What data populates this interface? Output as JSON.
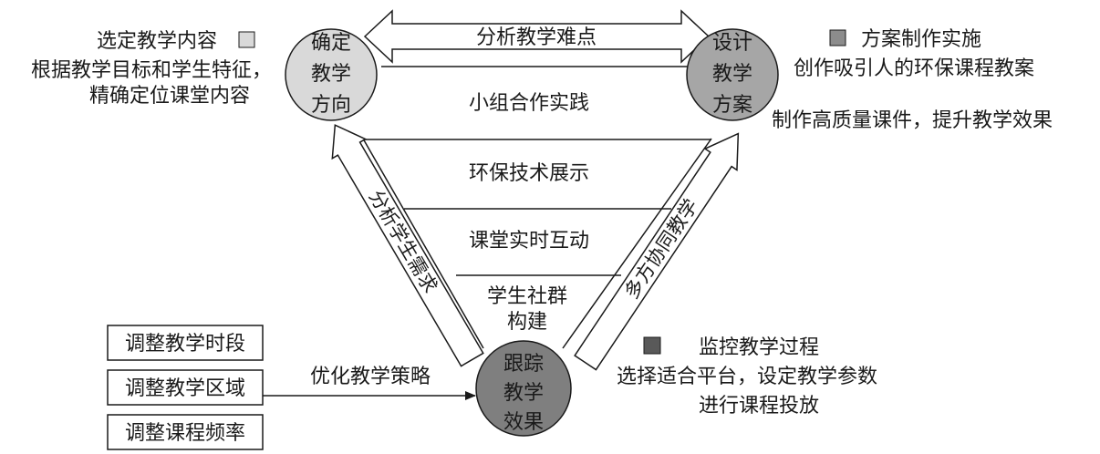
{
  "colors": {
    "circle_light": "#d9d9d9",
    "circle_mid": "#a6a6a6",
    "circle_dark": "#7f7f7f",
    "line": "#1a1a1a"
  },
  "nodes": {
    "top_left": [
      "确定",
      "教学",
      "方向"
    ],
    "top_right": [
      "设计",
      "教学",
      "方案"
    ],
    "bottom": [
      "跟踪",
      "教学",
      "效果"
    ]
  },
  "top_arrow": "分析教学难点",
  "layers": [
    "小组合作实践",
    "环保技术展示",
    "课堂实时互动"
  ],
  "bottom_layer": [
    "学生社群",
    "构建"
  ],
  "left_arrow": "分析学生需求",
  "right_arrow": "多方协同教学",
  "legend_left": {
    "title": "选定教学内容",
    "lines": [
      "根据教学目标和学生特征，",
      "精确定位课堂内容"
    ]
  },
  "legend_right": {
    "title": "方案制作实施",
    "line1": "创作吸引人的环保课程教案",
    "line2": "制作高质量课件，提升教学效果"
  },
  "legend_bottom": {
    "title": "监控教学过程",
    "lines": [
      "选择适合平台，设定教学参数",
      "进行课程投放"
    ]
  },
  "adjust_boxes": [
    "调整教学时段",
    "调整教学区域",
    "调整课程频率"
  ],
  "adjust_label": "优化教学策略"
}
